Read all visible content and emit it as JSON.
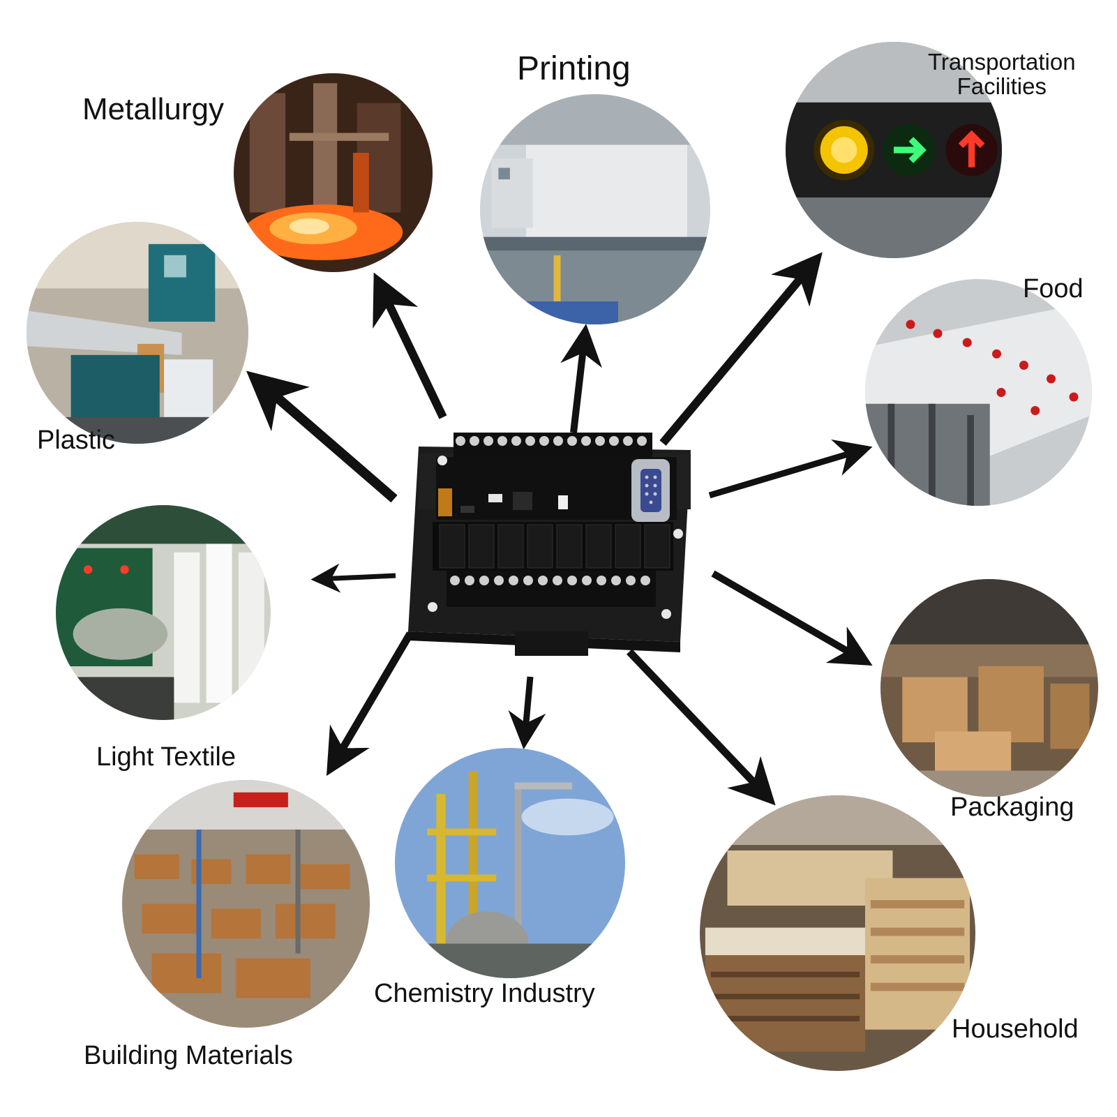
{
  "labels": {
    "metallurgy": "Metallurgy",
    "printing": "Printing",
    "transportation": "Transportation\nFacilities",
    "food": "Food",
    "plastic": "Plastic",
    "light_textile": "Light Textile",
    "packaging": "Packaging",
    "building_materials": "Building Materials",
    "chemistry_industry": "Chemistry Industry",
    "household": "Household"
  },
  "icons": {
    "center": "plc-controller-board",
    "arrows": "direction-arrow"
  }
}
